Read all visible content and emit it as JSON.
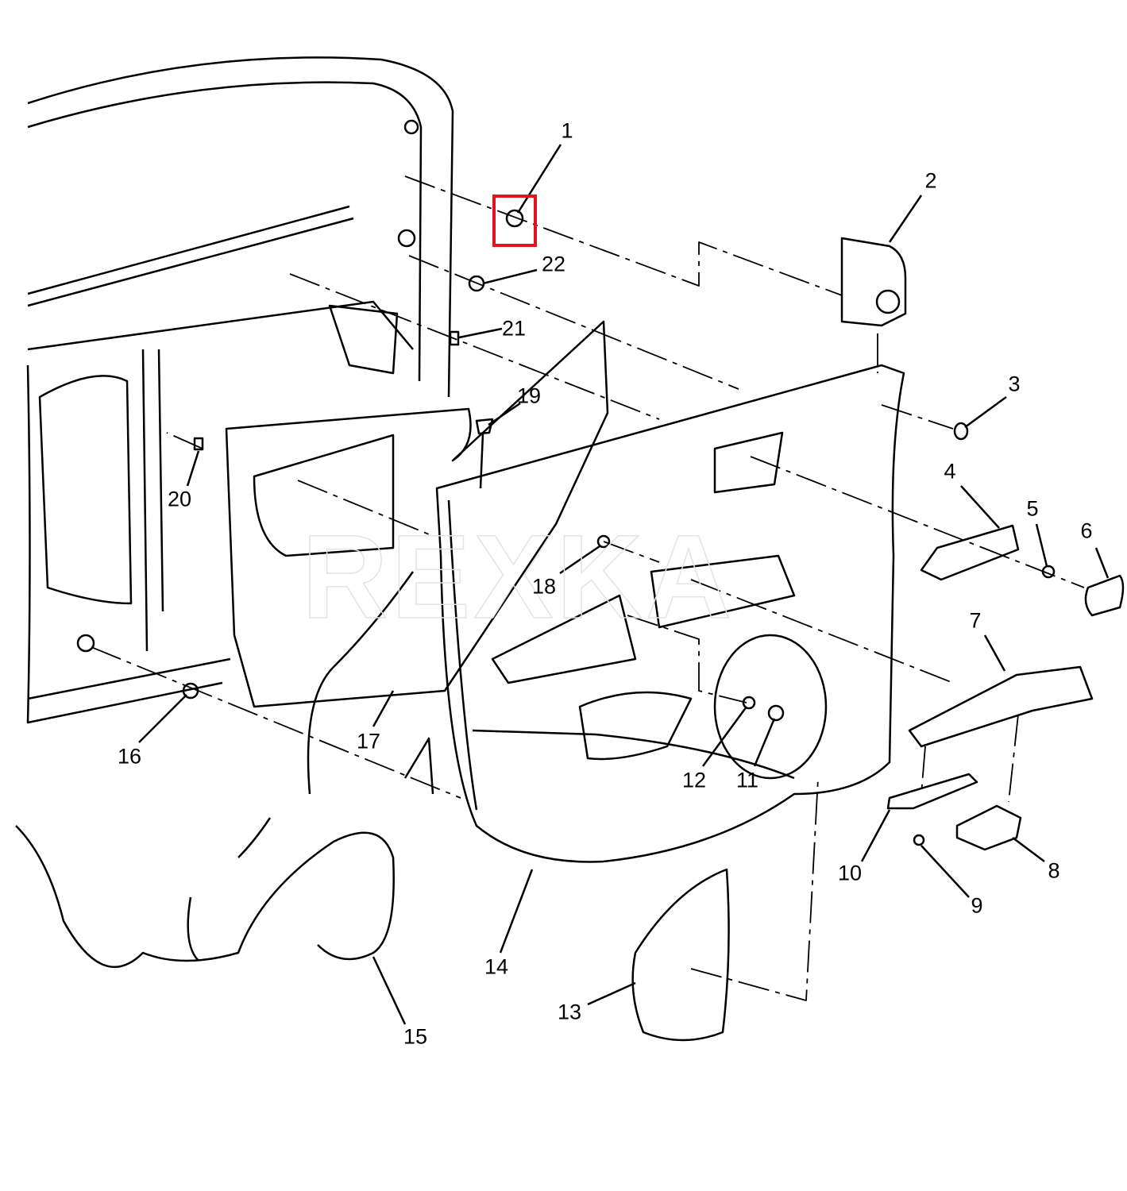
{
  "diagram": {
    "watermark": "REXKA",
    "highlight_color": "#e0141e",
    "highlighted_callout": "1",
    "callouts": [
      "1",
      "2",
      "3",
      "4",
      "5",
      "6",
      "7",
      "8",
      "9",
      "10",
      "11",
      "12",
      "13",
      "14",
      "15",
      "16",
      "17",
      "18",
      "19",
      "20",
      "21",
      "22"
    ]
  }
}
